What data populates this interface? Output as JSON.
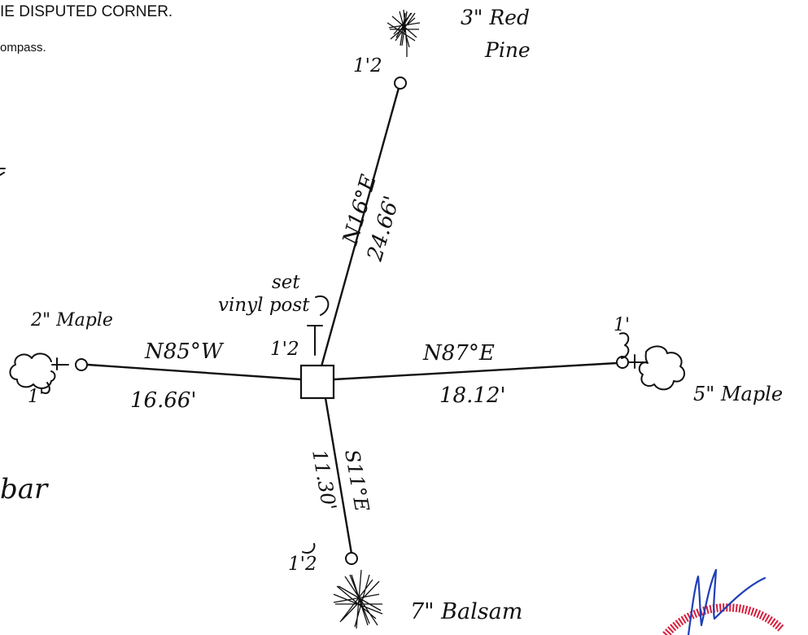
{
  "header": {
    "title": "IE DISPUTED CORNER.",
    "note": "ompass."
  },
  "labels": {
    "corner_note_line1": "set",
    "corner_note_line2": "vinyl post",
    "corner_offset": "1'2",
    "north_tree": [
      "3\" Red",
      "Pine"
    ],
    "north_offset": "1'2",
    "north_bearing": "N16°E",
    "north_distance": "24.66'",
    "west_tree": "2\" Maple",
    "west_bearing": "N85°W",
    "west_distance": "16.66'",
    "west_offset": "1'",
    "east_tree": "5\" Maple",
    "east_bearing": "N87°E",
    "east_distance": "18.12'",
    "east_offset": "1'",
    "south_tree": "7\" Balsam",
    "south_bearing": "S11°E",
    "south_distance": "11.30'",
    "south_offset": "1'2",
    "left_fragment": "bar"
  },
  "colors": {
    "ink": "#111111",
    "signature": "#1f3fb8",
    "seal": "#d81e3c"
  }
}
